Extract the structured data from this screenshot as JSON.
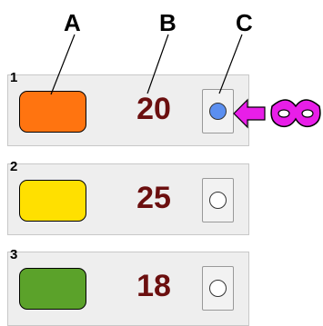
{
  "columns": {
    "a": "A",
    "b": "B",
    "c": "C"
  },
  "rows": [
    {
      "number": "1",
      "color": "#ff7410",
      "value": "20",
      "selected": true
    },
    {
      "number": "2",
      "color": "#ffe000",
      "value": "25",
      "selected": false
    },
    {
      "number": "3",
      "color": "#5ba22a",
      "value": "18",
      "selected": false
    }
  ],
  "pointer": {
    "arrow_color": "#e81ee8",
    "icon": "mask-icon"
  }
}
